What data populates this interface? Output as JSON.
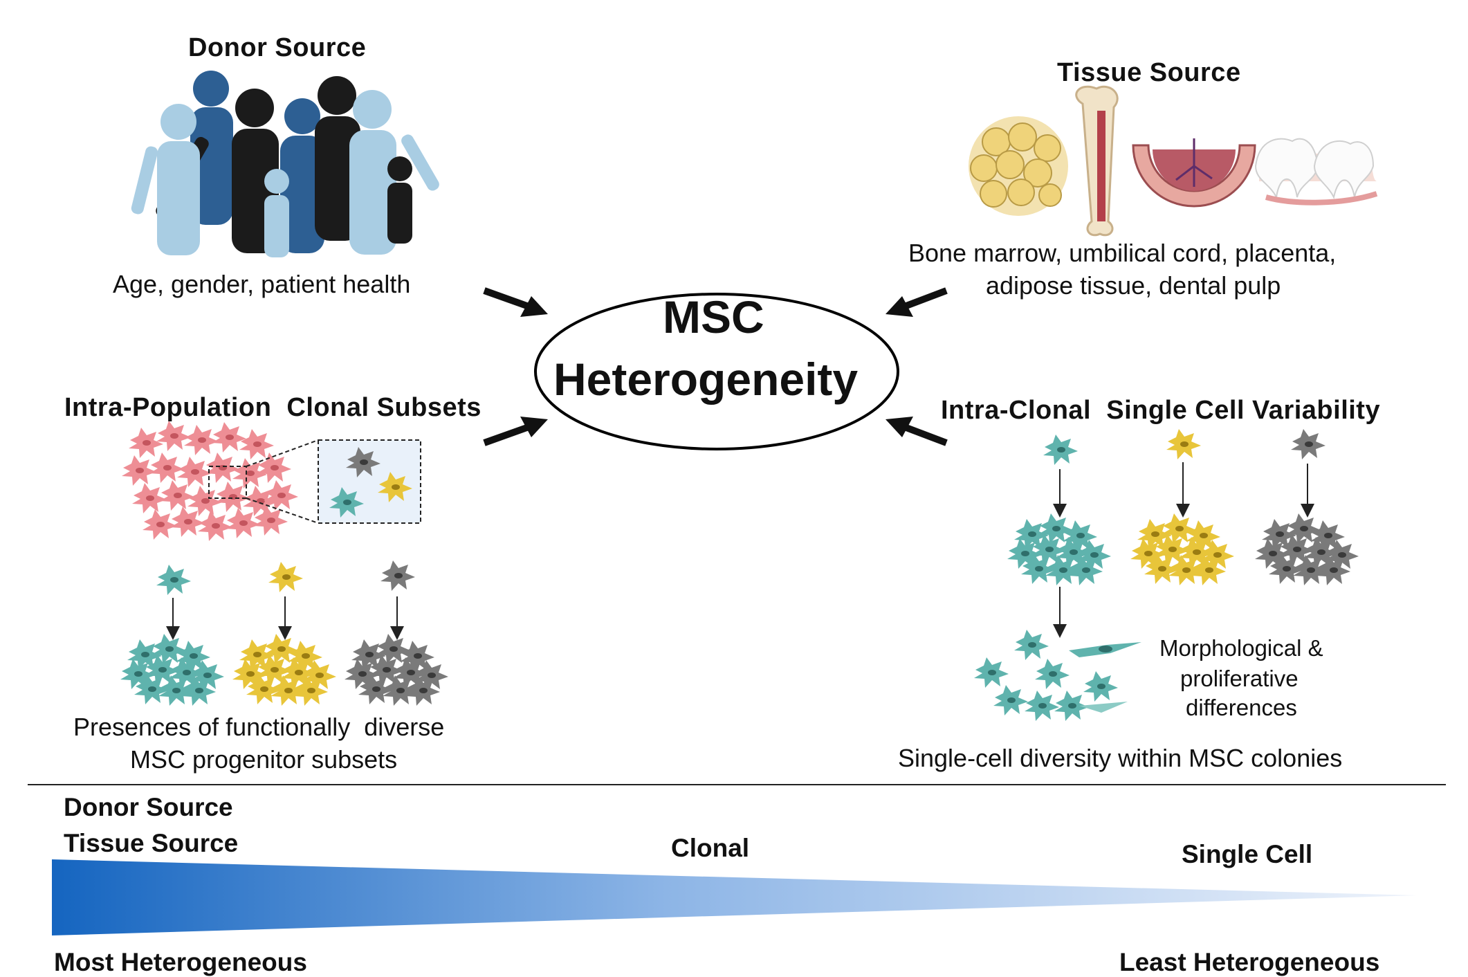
{
  "center": {
    "line1": "MSC",
    "line2": "Heterogeneity"
  },
  "donor": {
    "title": "Donor Source",
    "caption": "Age, gender, patient health"
  },
  "tissue": {
    "title": "Tissue Source",
    "caption_line1": "Bone marrow, umbilical cord, placenta,",
    "caption_line2": "adipose tissue, dental pulp"
  },
  "clonal": {
    "title": "Intra-Population  Clonal Subsets",
    "caption_line1": "Presences of functionally  diverse",
    "caption_line2": "MSC progenitor subsets"
  },
  "single": {
    "title": "Intra-Clonal  Single Cell Variability",
    "note_line1": "Morphological &",
    "note_line2": "proliferative",
    "note_line3": "differences",
    "caption": "Single-cell diversity within MSC colonies"
  },
  "scale": {
    "donor": "Donor Source",
    "tissue": "Tissue Source",
    "clonal": "Clonal",
    "single": "Single Cell",
    "most": "Most Heterogeneous",
    "least": "Least Heterogeneous"
  },
  "colors": {
    "teal": "#5fb3ad",
    "yellow": "#e8c53a",
    "gray": "#7a7a7a",
    "pink": "#ee8e95",
    "dark_blue": "#2d5f93",
    "light_blue": "#a9cde3",
    "black": "#1b1b1b",
    "gradient_start": "#1565c0",
    "gradient_end": "#dbe6f7"
  }
}
